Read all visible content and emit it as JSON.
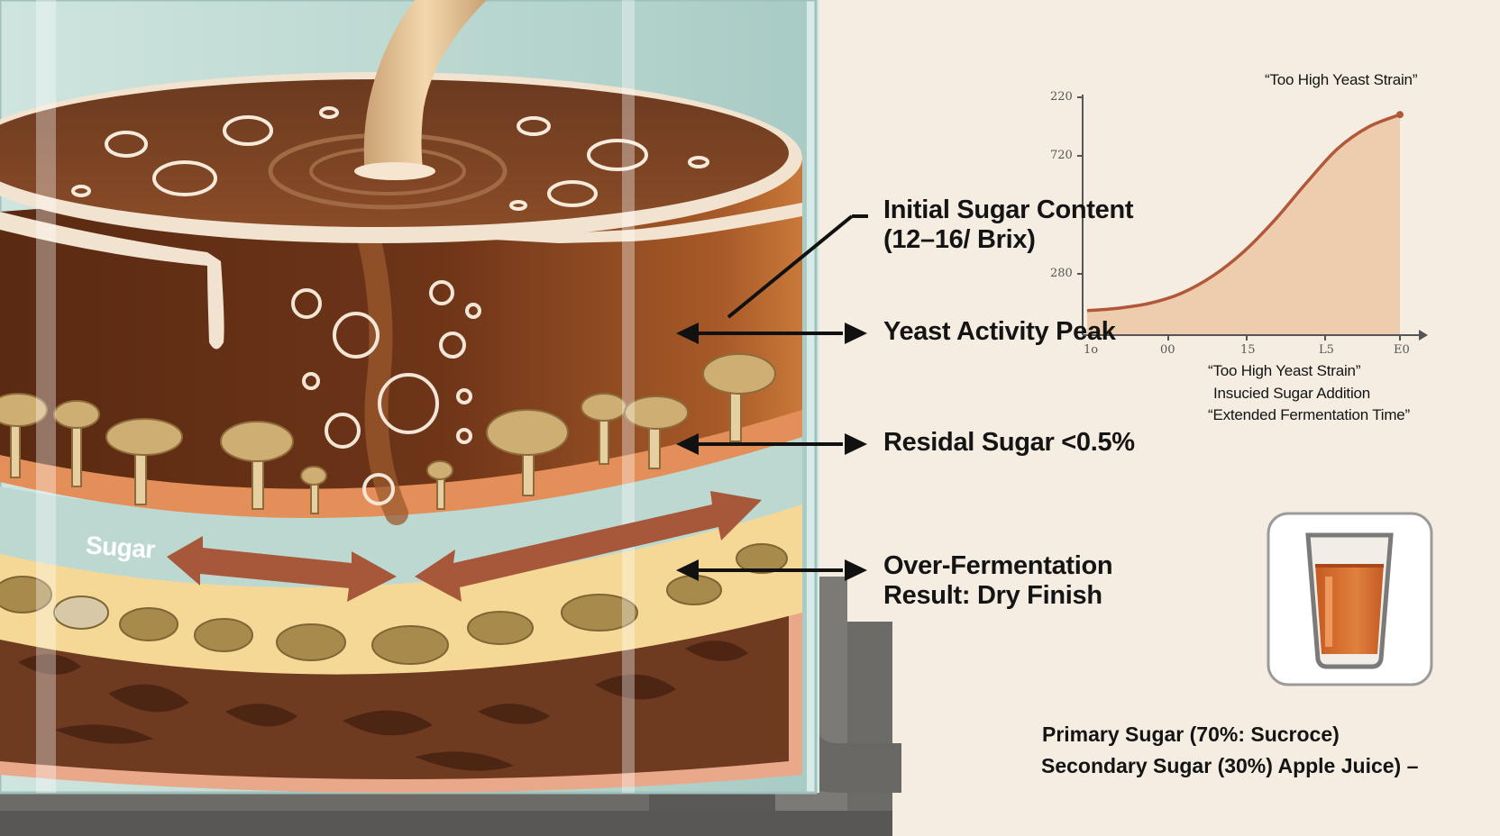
{
  "annotations": {
    "initial_sugar_line1": "Initial Sugar Content",
    "initial_sugar_line2": "(12–16/ Brix)",
    "yeast_peak": "Yeast Activity Peak",
    "residual_sugar": "Residal Sugar <0.5%",
    "over_ferment_line1": "Over-Fermentation",
    "over_ferment_line2": "Result: Dry Finish",
    "sugar_layer": "Sugar"
  },
  "chart": {
    "title": "“Too High Yeast Strain”",
    "y_ticks": [
      "220",
      "720",
      "280"
    ],
    "x_ticks": [
      "1o",
      "00",
      "15",
      "L5",
      "E0"
    ],
    "legend": [
      "“Too High Yeast Strain”",
      "Insucied Sugar Addition",
      "“Extended Fermentation Time”"
    ]
  },
  "chart_data": {
    "type": "area",
    "title": "“Too High Yeast Strain”",
    "xlabel": "",
    "ylabel": "",
    "x": [
      0,
      1,
      2,
      3,
      4,
      5,
      6,
      7,
      8,
      9,
      10
    ],
    "values": [
      0.1,
      0.11,
      0.13,
      0.17,
      0.24,
      0.34,
      0.47,
      0.62,
      0.76,
      0.85,
      0.9
    ],
    "note": "values are relative positions on an unreadable y scale"
  },
  "footer": {
    "line1": "Primary Sugar (70%: Sucroce)",
    "line2": "Secondary Sugar (30%) Apple Juice) –"
  },
  "colors": {
    "background": "#f5ede1",
    "liquid": "#7a3e1f",
    "liquid_dark": "#5c2a12",
    "chart_curve": "#b2583a",
    "chart_fill": "#ecc7a5",
    "glass": "#b7d7d1"
  },
  "icons": [
    "arrow-double-icon",
    "juice-glass-icon",
    "bubble-icon",
    "mushroom-yeast-icon"
  ]
}
